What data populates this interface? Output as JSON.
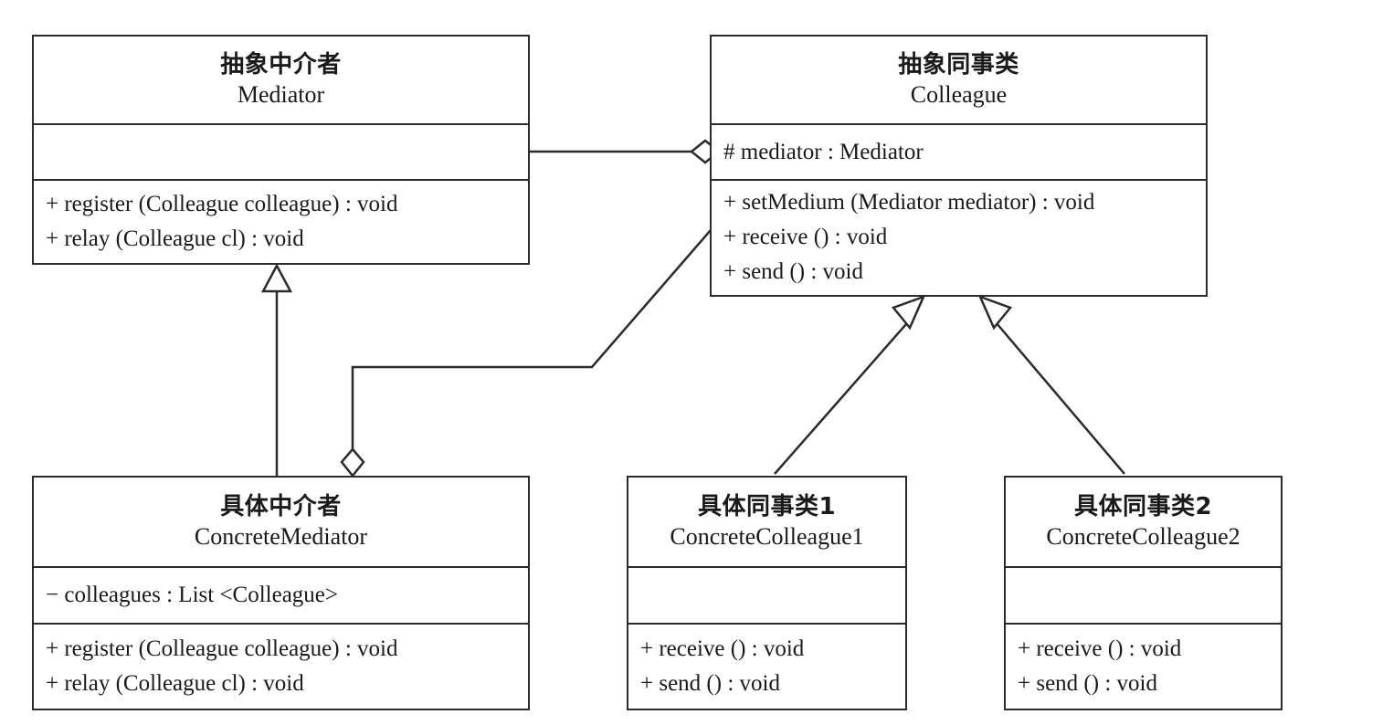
{
  "diagram": {
    "title": "Mediator Pattern UML Class Diagram",
    "stroke_color": "#2b2b2b",
    "background_color": "#ffffff"
  },
  "classes": {
    "mediator": {
      "name_cn": "抽象中介者",
      "name_en": "Mediator",
      "attributes": [],
      "operations": [
        "+ register (Colleague colleague) : void",
        "+ relay (Colleague cl) : void"
      ]
    },
    "colleague": {
      "name_cn": "抽象同事类",
      "name_en": "Colleague",
      "attributes": [
        "# mediator : Mediator"
      ],
      "operations": [
        "+ setMedium (Mediator mediator) : void",
        "+ receive () : void",
        "+ send () : void"
      ]
    },
    "concrete_mediator": {
      "name_cn": "具体中介者",
      "name_en": "ConcreteMediator",
      "attributes": [
        "− colleagues : List <Colleague>"
      ],
      "operations": [
        "+ register (Colleague colleague) : void",
        "+ relay (Colleague cl) : void"
      ]
    },
    "concrete_colleague1": {
      "name_cn": "具体同事类1",
      "name_en": "ConcreteColleague1",
      "attributes": [],
      "operations": [
        "+ receive () : void",
        "+ send () : void"
      ]
    },
    "concrete_colleague2": {
      "name_cn": "具体同事类2",
      "name_en": "ConcreteColleague2",
      "attributes": [],
      "operations": [
        "+ receive () : void",
        "+ send () : void"
      ]
    }
  },
  "relationships": [
    {
      "id": "mediator-aggregates-colleague",
      "type": "aggregation",
      "from": "Mediator",
      "to": "Colleague",
      "label": ""
    },
    {
      "id": "concrete-mediator-extends-mediator",
      "type": "generalization",
      "from": "ConcreteMediator",
      "to": "Mediator",
      "label": ""
    },
    {
      "id": "concrete-mediator-aggregates-colleague",
      "type": "aggregation",
      "from": "ConcreteMediator",
      "to": "Colleague",
      "label": ""
    },
    {
      "id": "concrete-colleague1-extends-colleague",
      "type": "generalization",
      "from": "ConcreteColleague1",
      "to": "Colleague",
      "label": ""
    },
    {
      "id": "concrete-colleague2-extends-colleague",
      "type": "generalization",
      "from": "ConcreteColleague2",
      "to": "Colleague",
      "label": ""
    }
  ]
}
